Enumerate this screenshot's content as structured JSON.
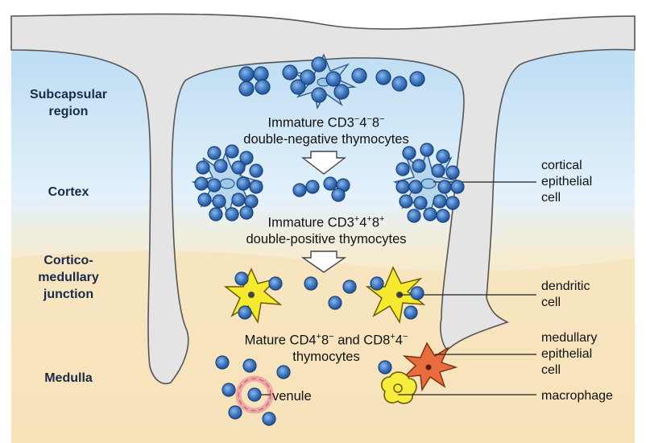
{
  "zones": {
    "subcapsular": "Subcapsular\nregion",
    "cortex": "Cortex",
    "corticomedullary": "Cortico-\nmedullary\njunction",
    "medulla": "Medulla"
  },
  "center_labels": {
    "dn_line1_prefix": "Immature CD3",
    "dn_line1_sup1": "−",
    "dn_line1_mid1": "4",
    "dn_line1_sup2": "−",
    "dn_line1_mid2": "8",
    "dn_line1_sup3": "−",
    "dn_line2": "double-negative thymocytes",
    "dp_line1_prefix": "Immature CD3",
    "dp_line1_sup1": "+",
    "dp_line1_mid1": "4",
    "dp_line1_sup2": "+",
    "dp_line1_mid2": "8",
    "dp_line1_sup3": "+",
    "dp_line2": "double-positive thymocytes",
    "mature_prefix": "Mature CD4",
    "mature_sup1": "+",
    "mature_mid1": "8",
    "mature_sup2": "−",
    "mature_mid2": " and CD8",
    "mature_sup3": "+",
    "mature_mid3": "4",
    "mature_sup4": "−",
    "mature_line2": "thymocytes",
    "venule": "venule"
  },
  "right_labels": {
    "cortical_epithelial": "cortical\nepithelial\ncell",
    "dendritic": "dendritic\ncell",
    "medullary_epithelial": "medullary\nepithelial\ncell",
    "macrophage": "macrophage"
  },
  "colors": {
    "capsule": "#e6e6e6",
    "cortex_blue": "#cfe6f7",
    "medulla_tan": "#f7e2b8",
    "thymocyte": "#3d79c2",
    "epithelial_light": "#b7d7ee",
    "dendritic_yellow": "#f6ea2e",
    "macrophage_yellow": "#f8ed3a",
    "medullary_epithelial_orange": "#e96c3c",
    "venule_pink": "#f1a6a6"
  }
}
